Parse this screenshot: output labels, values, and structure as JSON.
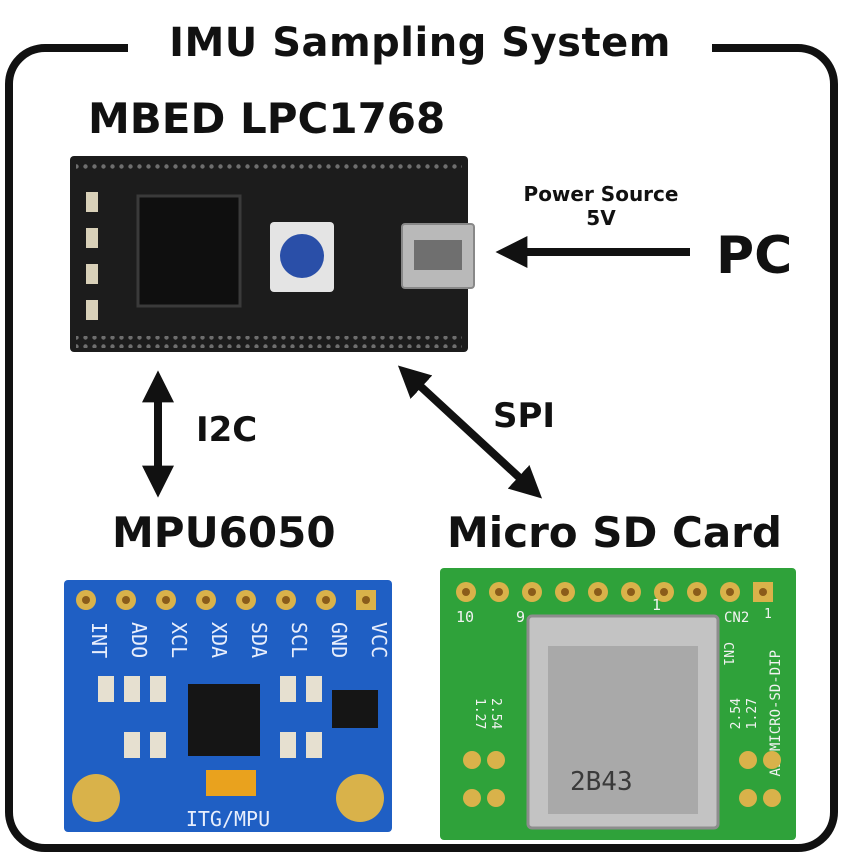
{
  "title": "IMU Sampling System",
  "mbed": {
    "label": "MBED LPC1768"
  },
  "pc": {
    "label": "PC"
  },
  "power": {
    "line1": "Power Source",
    "line2": "5V"
  },
  "i2c": {
    "label": "I2C"
  },
  "spi": {
    "label": "SPI"
  },
  "mpu": {
    "label": "MPU6050",
    "pins": [
      "INT",
      "ADO",
      "XCL",
      "XDA",
      "SDA",
      "SCL",
      "GND",
      "VCC"
    ],
    "footer": "ITG/MPU"
  },
  "sd": {
    "label": "Micro SD Card",
    "board_text": "AE-MICRO-SD-DIP",
    "pin_left": "10",
    "pin_mid": "9",
    "pin_right": "1",
    "cn_label": "CN2",
    "cn1_label": "CN1",
    "pitch_a": "1.27",
    "pitch_b": "2.54",
    "slot_text": "2B43"
  },
  "colors": {
    "mbed_board": "#1c1c1c",
    "mpu_board": "#1f5fc4",
    "sd_board": "#2fa23a",
    "gold": "#d9b24a"
  }
}
